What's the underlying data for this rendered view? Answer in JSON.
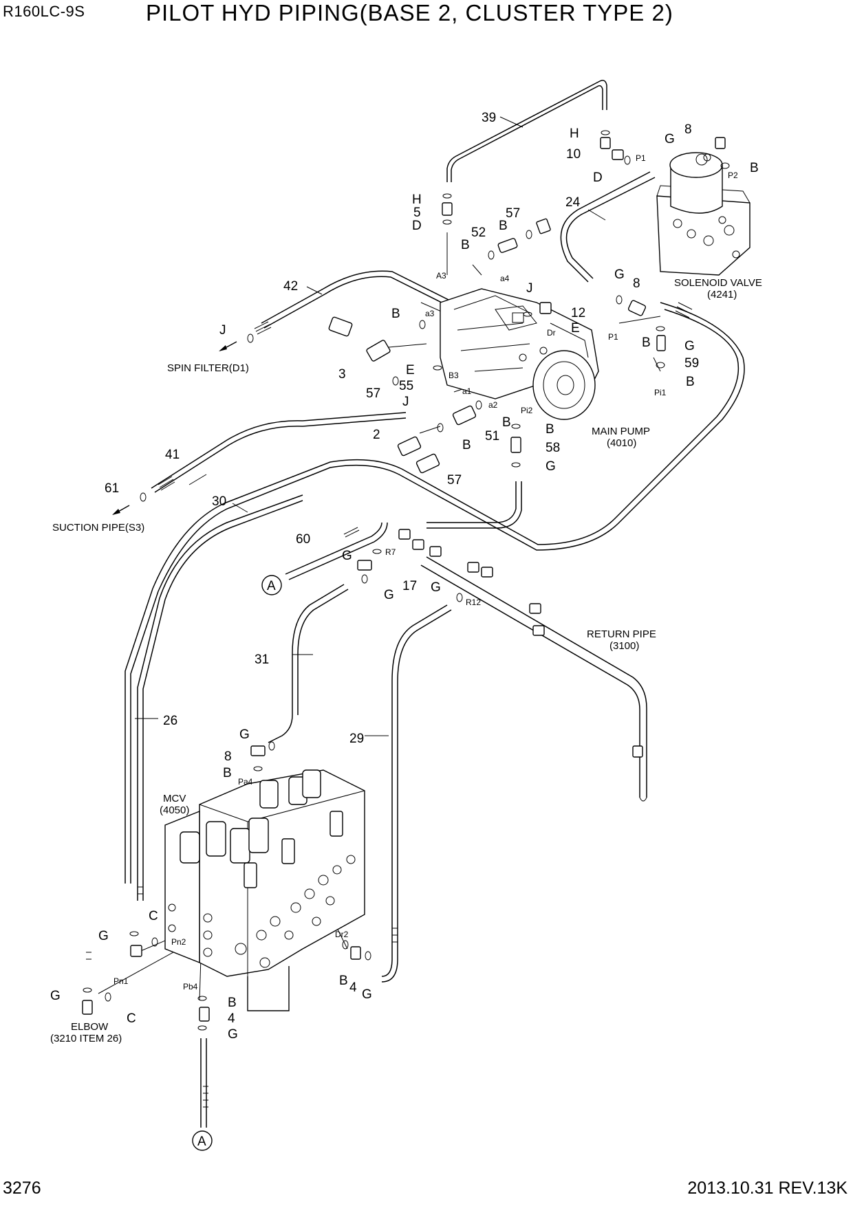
{
  "header": {
    "model": "R160LC-9S",
    "title": "PILOT HYD PIPING(BASE 2, CLUSTER TYPE 2)"
  },
  "footer": {
    "page_number": "3276",
    "revision": "2013.10.31  REV.13K"
  },
  "component_labels": {
    "solenoid_valve": [
      "SOLENOID VALVE",
      "(4241)"
    ],
    "main_pump": [
      "MAIN PUMP",
      "(4010)"
    ],
    "spin_filter": "SPIN FILTER(D1)",
    "suction_pipe": "SUCTION PIPE(S3)",
    "return_pipe": [
      "RETURN PIPE",
      "(3100)"
    ],
    "mcv": [
      "MCV",
      "(4050)"
    ],
    "elbow": [
      "ELBOW",
      "(3210 ITEM 26)"
    ]
  },
  "connector_A": "A",
  "callouts": [
    "39",
    "H",
    "10",
    "D",
    "8",
    "G",
    "B",
    "24",
    "H",
    "5",
    "D",
    "57",
    "B",
    "52",
    "B",
    "42",
    "J",
    "B",
    "12",
    "J",
    "E",
    "G",
    "8",
    "B",
    "G",
    "59",
    "B",
    "3",
    "57",
    "E",
    "55",
    "J",
    "B",
    "51",
    "B",
    "58",
    "G",
    "2",
    "B",
    "57",
    "41",
    "61",
    "30",
    "60",
    "G",
    "17",
    "G",
    "G",
    "31",
    "26",
    "G",
    "8",
    "B",
    "29",
    "C",
    "G",
    "C",
    "G",
    "B",
    "4",
    "G",
    "B",
    "4",
    "G"
  ],
  "port_labels": [
    "P1",
    "P2",
    "A3",
    "a4",
    "a3",
    "Dr",
    "P1",
    "B3",
    "a1",
    "a2",
    "Pi2",
    "Pi1",
    "R7",
    "R12",
    "Pa4",
    "Pn2",
    "Dr2",
    "Pn1",
    "Pb4"
  ]
}
